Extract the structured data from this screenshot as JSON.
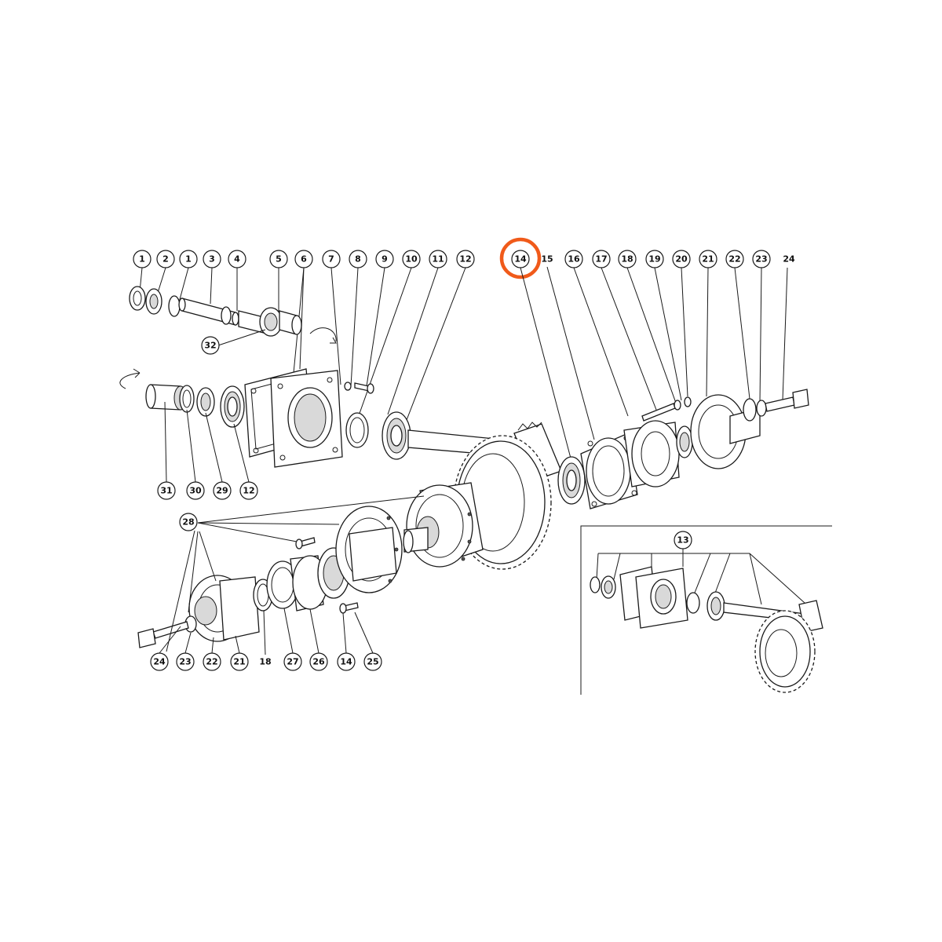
{
  "colors": {
    "highlight": "#f05a1a",
    "ink": "#1a1a1a",
    "background": "#ffffff"
  },
  "highlighted_label": "14",
  "top_labels": [
    "1",
    "2",
    "1",
    "3",
    "4",
    "5",
    "6",
    "7",
    "8",
    "9",
    "10",
    "11",
    "12",
    "14",
    "15",
    "16",
    "17",
    "18",
    "19",
    "20",
    "21",
    "22",
    "23",
    "24"
  ],
  "mid_labels": [
    "31",
    "30",
    "29",
    "12"
  ],
  "shaft_label": "32",
  "group_label": "28",
  "bottom_labels": [
    "24",
    "23",
    "22",
    "21",
    "18",
    "27",
    "26",
    "14",
    "25"
  ],
  "inset_label": "13"
}
